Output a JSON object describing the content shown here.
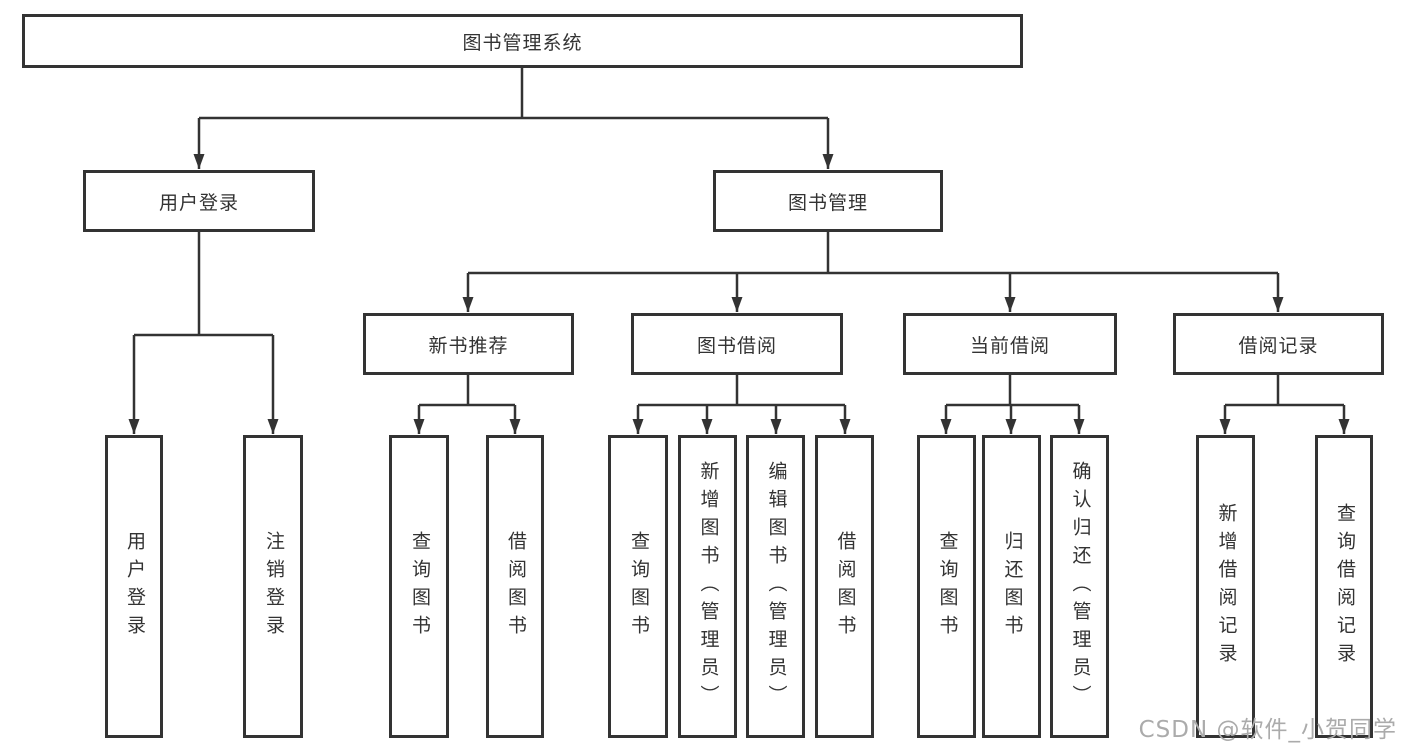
{
  "tree": {
    "label": "图书管理系统",
    "children": [
      {
        "label": "用户登录",
        "children": [
          {
            "label": "用户登录"
          },
          {
            "label": "注销登录"
          }
        ]
      },
      {
        "label": "图书管理",
        "children": [
          {
            "label": "新书推荐",
            "children": [
              {
                "label": "查询图书"
              },
              {
                "label": "借阅图书"
              }
            ]
          },
          {
            "label": "图书借阅",
            "children": [
              {
                "label": "查询图书"
              },
              {
                "label": "新增图书（管理员）"
              },
              {
                "label": "编辑图书（管理员）"
              },
              {
                "label": "借阅图书"
              }
            ]
          },
          {
            "label": "当前借阅",
            "children": [
              {
                "label": "查询图书"
              },
              {
                "label": "归还图书"
              },
              {
                "label": "确认归还（管理员）"
              }
            ]
          },
          {
            "label": "借阅记录",
            "children": [
              {
                "label": "新增借阅记录"
              },
              {
                "label": "查询借阅记录"
              }
            ]
          }
        ]
      }
    ]
  },
  "watermark": {
    "text": "CSDN @软件_小贺同学"
  },
  "colors": {
    "background": "#ffffff",
    "line": "#333333",
    "box_border": "#333333",
    "text": "#333333",
    "watermark": "#ababab"
  }
}
